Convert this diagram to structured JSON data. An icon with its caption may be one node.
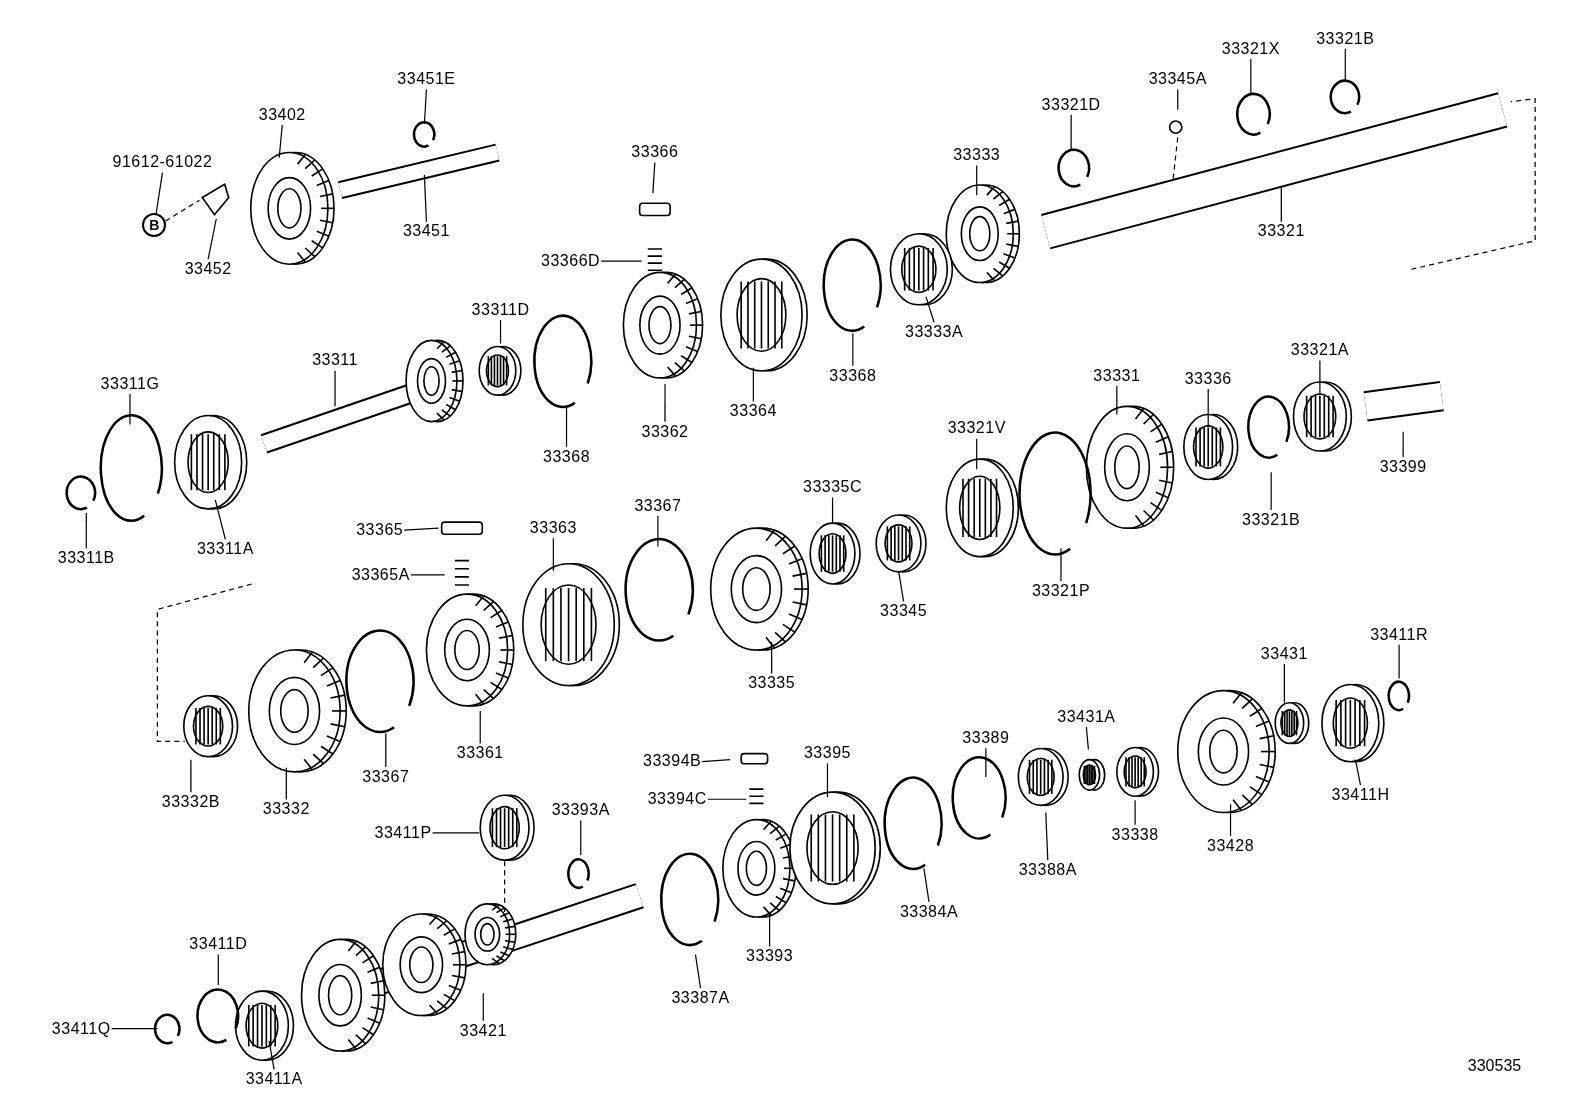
{
  "diagram": {
    "nodes": [
      {
        "text": [
          "33451E"
        ]
      },
      {
        "text": [
          "33402"
        ]
      },
      {
        "text": [
          "91612-61022"
        ]
      },
      {
        "text": [
          "B"
        ]
      },
      {
        "text": [
          "33452"
        ]
      },
      {
        "text": [
          "33451"
        ]
      },
      {
        "text": [
          "33366"
        ]
      },
      {
        "text": [
          "33366D"
        ]
      },
      {
        "text": [
          "33321B"
        ]
      },
      {
        "text": [
          "33321X"
        ]
      },
      {
        "text": [
          "33345A"
        ]
      },
      {
        "text": [
          "33321D"
        ]
      },
      {
        "text": [
          "33333"
        ]
      },
      {
        "text": [
          "33321"
        ]
      },
      {
        "text": [
          "33311D"
        ]
      },
      {
        "text": [
          "33333A"
        ]
      },
      {
        "text": [
          "33311"
        ]
      },
      {
        "text": [
          "33311G"
        ]
      },
      {
        "text": [
          "33368"
        ]
      },
      {
        "text": [
          "33364"
        ]
      },
      {
        "text": [
          "33362"
        ]
      },
      {
        "text": [
          "33368"
        ]
      },
      {
        "text": [
          "33321A"
        ]
      },
      {
        "text": [
          "33331"
        ]
      },
      {
        "text": [
          "33336"
        ]
      },
      {
        "text": [
          "33321V"
        ]
      },
      {
        "text": [
          "33399"
        ]
      },
      {
        "text": [
          "33335C"
        ]
      },
      {
        "text": [
          "33321B"
        ]
      },
      {
        "text": [
          "33367"
        ]
      },
      {
        "text": [
          "33363"
        ]
      },
      {
        "text": [
          "33365"
        ]
      },
      {
        "text": [
          "33311A"
        ]
      },
      {
        "text": [
          "33311B"
        ]
      },
      {
        "text": [
          "33365A"
        ]
      },
      {
        "text": [
          "33321P"
        ]
      },
      {
        "text": [
          "33345"
        ]
      },
      {
        "text": [
          "33411R"
        ]
      },
      {
        "text": [
          "33431"
        ]
      },
      {
        "text": [
          "33335"
        ]
      },
      {
        "text": [
          "33431A"
        ]
      },
      {
        "text": [
          "33389"
        ]
      },
      {
        "text": [
          "33361"
        ]
      },
      {
        "text": [
          "33395"
        ]
      },
      {
        "text": [
          "33394B"
        ]
      },
      {
        "text": [
          "33367"
        ]
      },
      {
        "text": [
          "33411H"
        ]
      },
      {
        "text": [
          "33394C"
        ]
      },
      {
        "text": [
          "33332B"
        ]
      },
      {
        "text": [
          "33332"
        ]
      },
      {
        "text": [
          "33393A"
        ]
      },
      {
        "text": [
          "33411P"
        ]
      },
      {
        "text": [
          "33338"
        ]
      },
      {
        "text": [
          "33428"
        ]
      },
      {
        "text": [
          "33388A"
        ]
      },
      {
        "text": [
          "33384A"
        ]
      },
      {
        "text": [
          "33411D"
        ]
      },
      {
        "text": [
          "33393"
        ]
      },
      {
        "text": [
          "33387A"
        ]
      },
      {
        "text": [
          "33411Q"
        ]
      },
      {
        "text": [
          "33421"
        ]
      },
      {
        "text": [
          "33411A"
        ]
      },
      {
        "text": [],
        "shape": "picture"
      }
    ],
    "edges": [
      {
        "from": 0,
        "to": null,
        "arrow": "none"
      },
      {
        "from": 1,
        "to": null,
        "arrow": "none"
      },
      {
        "from": 2,
        "to": 3,
        "arrow": "none"
      },
      {
        "from": 3,
        "to": 62,
        "arrow": "none",
        "style": "dashed"
      },
      {
        "from": 4,
        "to": 62,
        "arrow": "none"
      },
      {
        "from": 5,
        "to": null,
        "arrow": "none"
      },
      {
        "from": 6,
        "to": null,
        "arrow": "none"
      },
      {
        "from": 7,
        "to": null,
        "arrow": "none"
      },
      {
        "from": 8,
        "to": null,
        "arrow": "none"
      },
      {
        "from": 9,
        "to": null,
        "arrow": "none"
      },
      {
        "from": 10,
        "to": null,
        "arrow": "none"
      },
      {
        "from": 11,
        "to": null,
        "arrow": "none"
      },
      {
        "from": 12,
        "to": null,
        "arrow": "none"
      },
      {
        "from": 13,
        "to": null,
        "arrow": "none"
      },
      {
        "from": 14,
        "to": null,
        "arrow": "none"
      },
      {
        "from": 15,
        "to": null,
        "arrow": "none"
      },
      {
        "from": 16,
        "to": null,
        "arrow": "none"
      },
      {
        "from": 17,
        "to": null,
        "arrow": "none"
      },
      {
        "from": 18,
        "to": null,
        "arrow": "none"
      },
      {
        "from": 19,
        "to": null,
        "arrow": "none"
      },
      {
        "from": 20,
        "to": null,
        "arrow": "none"
      },
      {
        "from": 21,
        "to": null,
        "arrow": "none"
      },
      {
        "from": 22,
        "to": null,
        "arrow": "none"
      },
      {
        "from": 23,
        "to": null,
        "arrow": "none"
      },
      {
        "from": 24,
        "to": null,
        "arrow": "none"
      },
      {
        "from": 25,
        "to": null,
        "arrow": "none"
      },
      {
        "from": 26,
        "to": null,
        "arrow": "none"
      },
      {
        "from": 27,
        "to": null,
        "arrow": "none"
      },
      {
        "from": 28,
        "to": null,
        "arrow": "none"
      },
      {
        "from": 29,
        "to": null,
        "arrow": "none"
      },
      {
        "from": 30,
        "to": null,
        "arrow": "none"
      },
      {
        "from": 31,
        "to": null,
        "arrow": "none"
      },
      {
        "from": 32,
        "to": null,
        "arrow": "none"
      },
      {
        "from": 33,
        "to": null,
        "arrow": "none"
      },
      {
        "from": 34,
        "to": null,
        "arrow": "none"
      },
      {
        "from": 35,
        "to": null,
        "arrow": "none"
      },
      {
        "from": 36,
        "to": null,
        "arrow": "none"
      },
      {
        "from": 37,
        "to": null,
        "arrow": "none"
      },
      {
        "from": 38,
        "to": null,
        "arrow": "none"
      },
      {
        "from": 39,
        "to": null,
        "arrow": "none"
      },
      {
        "from": 40,
        "to": null,
        "arrow": "none"
      },
      {
        "from": 41,
        "to": null,
        "arrow": "none"
      },
      {
        "from": 42,
        "to": null,
        "arrow": "none"
      },
      {
        "from": 43,
        "to": null,
        "arrow": "none"
      },
      {
        "from": 44,
        "to": null,
        "arrow": "none"
      },
      {
        "from": 45,
        "to": null,
        "arrow": "none"
      },
      {
        "from": 46,
        "to": null,
        "arrow": "none"
      },
      {
        "from": 47,
        "to": null,
        "arrow": "none"
      },
      {
        "from": 48,
        "to": null,
        "arrow": "none"
      },
      {
        "from": 49,
        "to": null,
        "arrow": "none"
      },
      {
        "from": 50,
        "to": null,
        "arrow": "none"
      },
      {
        "from": 51,
        "to": null,
        "arrow": "none"
      },
      {
        "from": 52,
        "to": null,
        "arrow": "none"
      },
      {
        "from": 53,
        "to": null,
        "arrow": "none"
      },
      {
        "from": 54,
        "to": null,
        "arrow": "none"
      },
      {
        "from": 55,
        "to": null,
        "arrow": "none"
      },
      {
        "from": 56,
        "to": null,
        "arrow": "none"
      },
      {
        "from": 57,
        "to": null,
        "arrow": "none"
      },
      {
        "from": 58,
        "to": null,
        "arrow": "none"
      },
      {
        "from": 59,
        "to": null,
        "arrow": "none"
      },
      {
        "from": 60,
        "to": null,
        "arrow": "none"
      },
      {
        "from": 61,
        "to": null,
        "arrow": "none"
      }
    ],
    "labels": [
      "330535"
    ]
  }
}
